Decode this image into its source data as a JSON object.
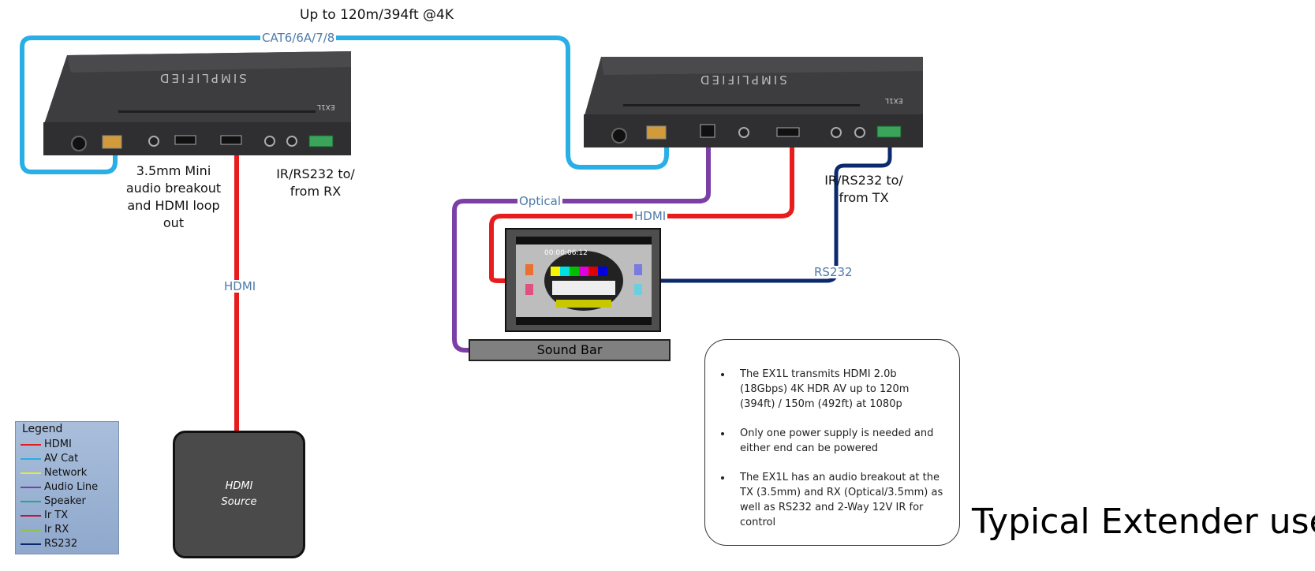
{
  "labels": {
    "distance": "Up to 120m/394ft @4K",
    "cat_cable": "CAT6/6A/7/8",
    "tx_audio_breakout": "3.5mm Mini\naudio breakout\nand HDMI loop\nout",
    "tx_ir_rs232": "IR/RS232 to/\nfrom RX",
    "rx_ir_rs232": "IR/RS232 to/\nfrom TX",
    "hdmi_source_cable": "HDMI",
    "hdmi_display_cable": "HDMI",
    "optical_cable": "Optical",
    "rs232_cable": "RS232",
    "soundbar": "Sound Bar",
    "hdmi_source": "HDMI\nSource",
    "title": "Typical Extender use",
    "device_model": "EX1L",
    "brand": "SIMPLIFIED"
  },
  "legend": {
    "title": "Legend",
    "items": [
      {
        "label": "HDMI",
        "color": "#e02020"
      },
      {
        "label": "AV Cat",
        "color": "#29aee6"
      },
      {
        "label": "Network",
        "color": "#e8e83a"
      },
      {
        "label": "Audio Line",
        "color": "#7a3fa8"
      },
      {
        "label": "Speaker",
        "color": "#1faa8a"
      },
      {
        "label": "Ir TX",
        "color": "#c0143c"
      },
      {
        "label": "Ir RX",
        "color": "#8ec63f"
      },
      {
        "label": "RS232",
        "color": "#0b2a6e"
      }
    ]
  },
  "notes": [
    "The EX1L transmits HDMI 2.0b (18Gbps) 4K HDR AV up to 120m (394ft) / 150m (492ft) at 1080p",
    "Only one power supply is needed and either end can be powered",
    "The EX1L has an audio breakout at the TX (3.5mm) and RX (Optical/3.5mm) as well as RS232 and 2-Way 12V IR for control"
  ],
  "display": {
    "timecode": "00:00:06:12"
  },
  "colors": {
    "hdmi": "#e81c1c",
    "cat": "#29aee6",
    "optical": "#7b3fa6",
    "rs232": "#0b2a6e"
  }
}
